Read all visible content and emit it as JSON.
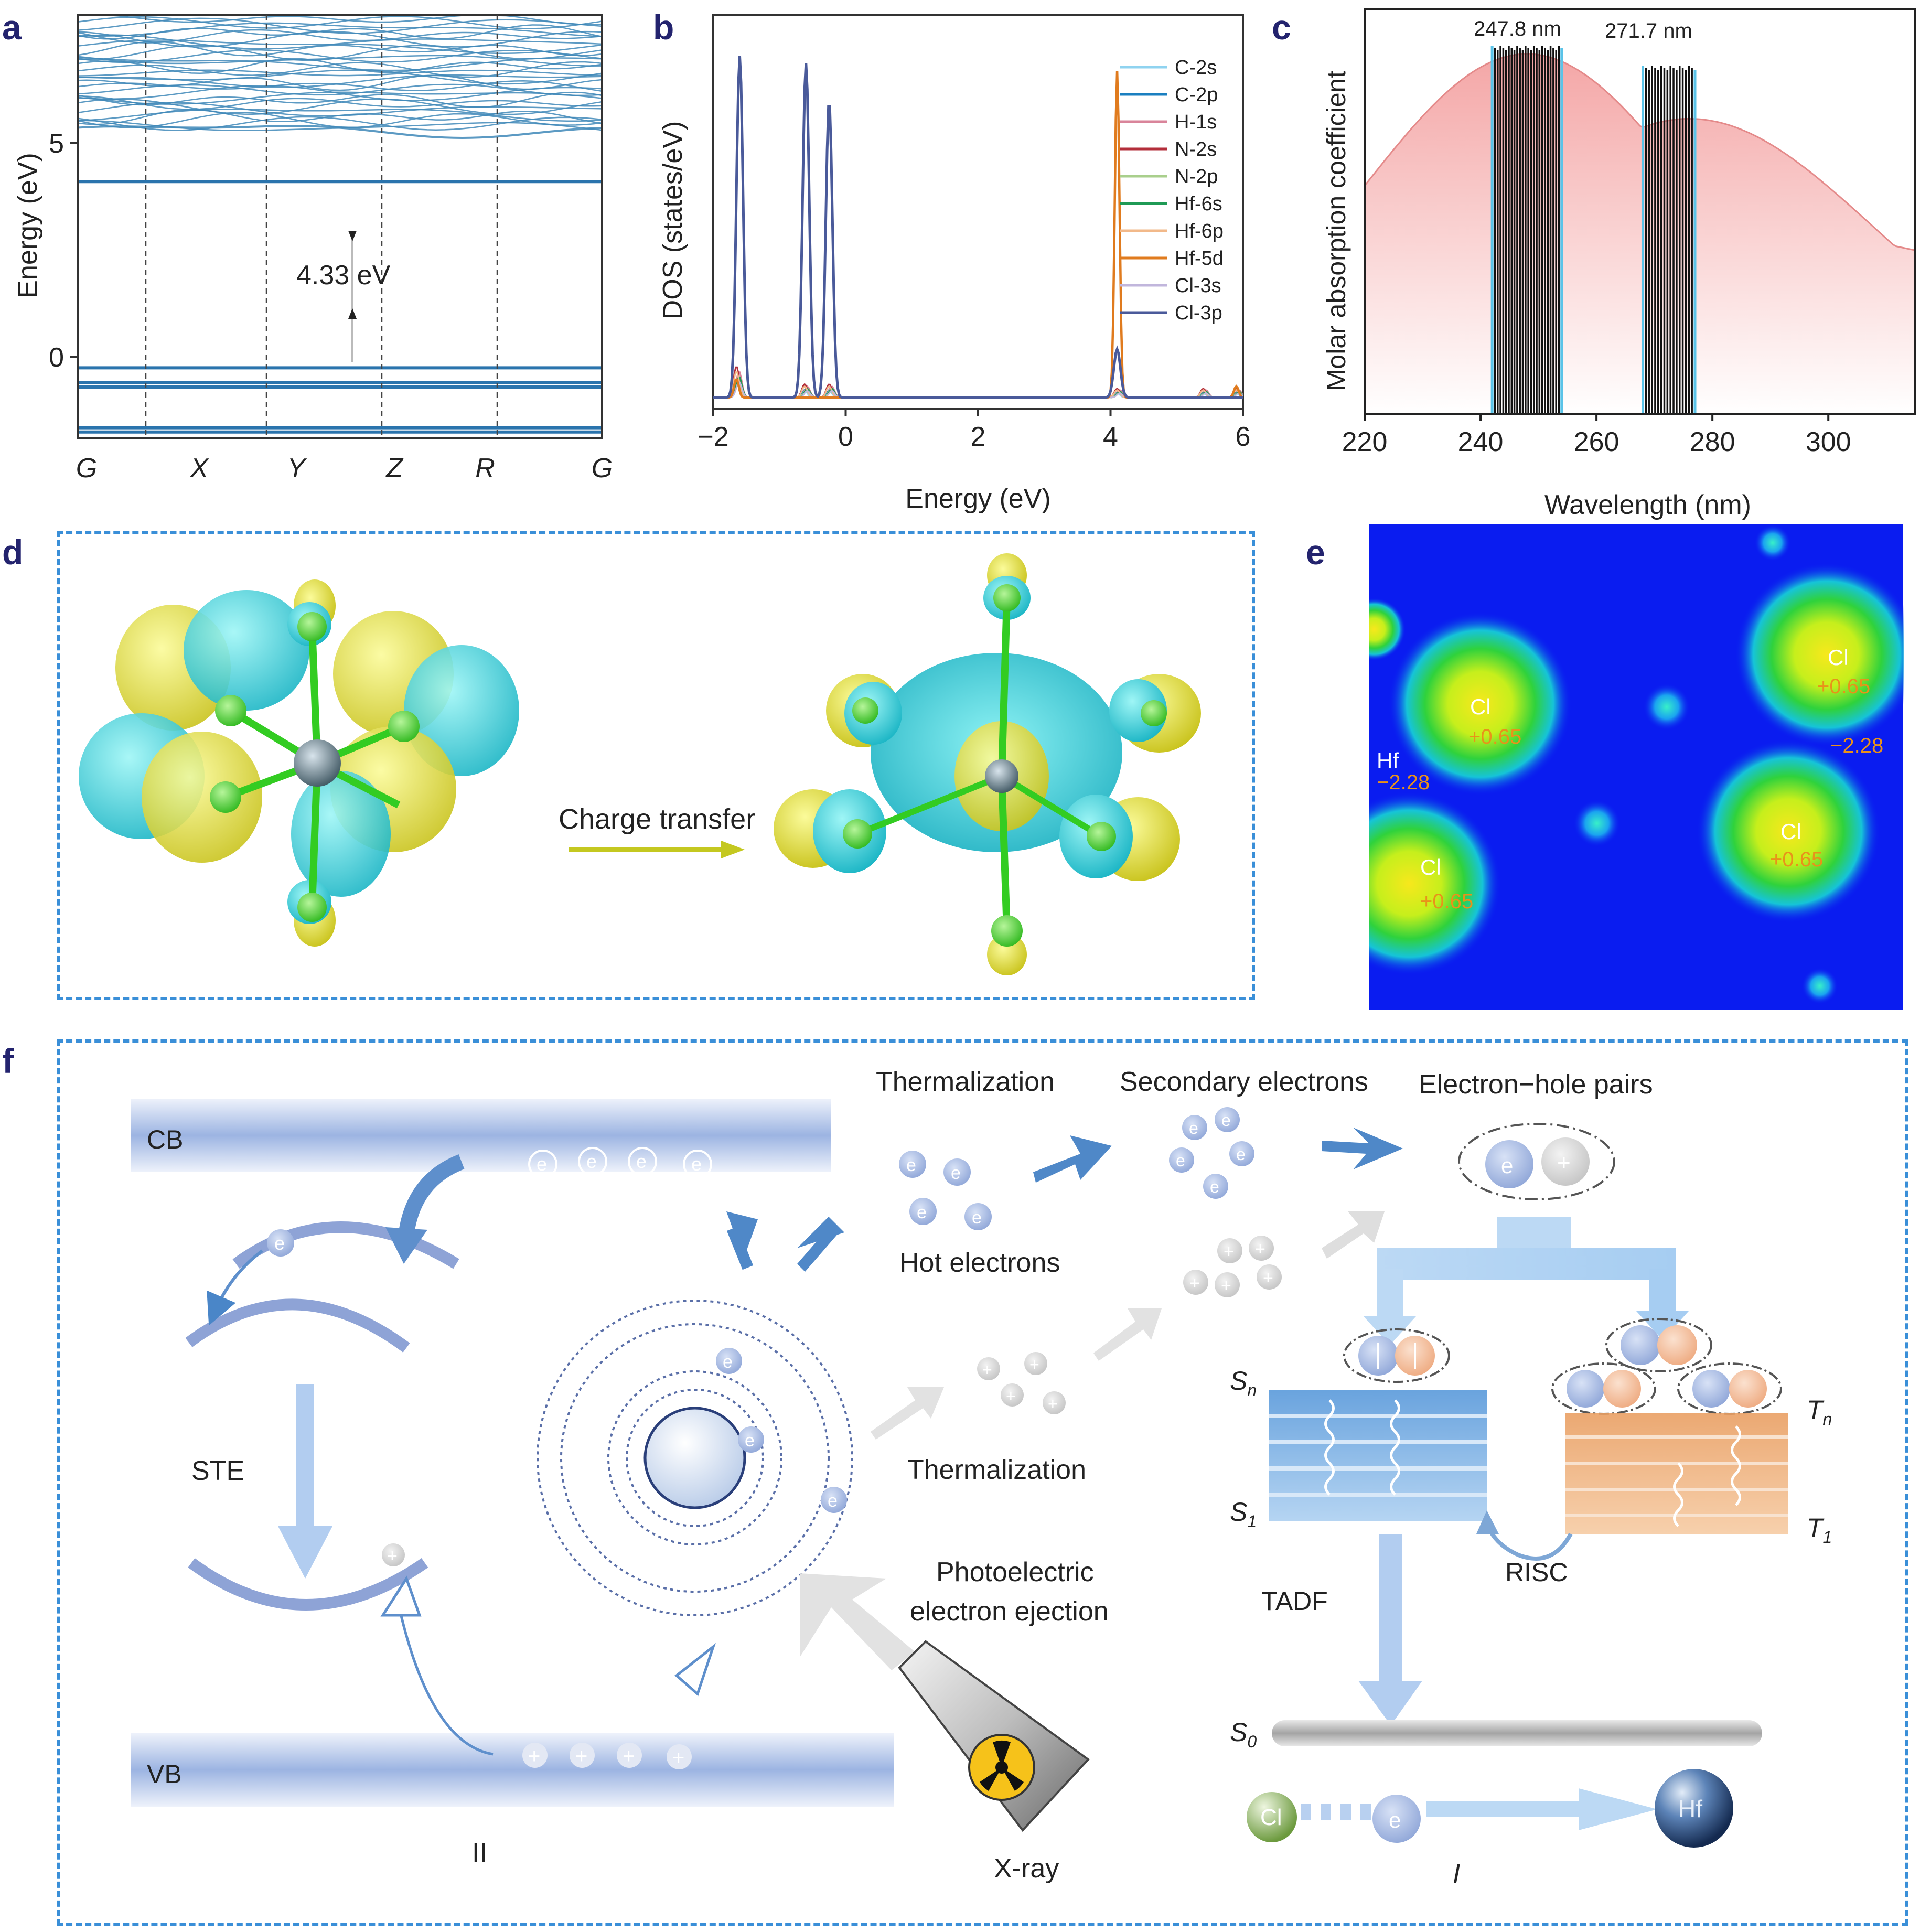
{
  "panels": {
    "a": "a",
    "b": "b",
    "c": "c",
    "d": "d",
    "e": "e",
    "f": "f"
  },
  "colors": {
    "band": "#2a74ad",
    "panel_letter": "#23236e",
    "dash": "#3a8fd8",
    "absorb_fill": "#f4a6a6",
    "map_bg": "#0a1cf0"
  },
  "band_structure": {
    "type": "line",
    "ylabel": "Energy (eV)",
    "y_ticks": [
      "5",
      "0"
    ],
    "ylim": [
      -1.9,
      8.0
    ],
    "k_points": [
      "G",
      "X",
      "Y",
      "Z",
      "R",
      "G"
    ],
    "gap_label": "4.33 eV",
    "valence_levels": [
      -0.25,
      -0.6,
      -0.7,
      -1.65,
      -1.75
    ],
    "cbm_level": 4.1,
    "upper_band_range": [
      5.3,
      7.9
    ]
  },
  "dos": {
    "type": "line",
    "xlabel": "Energy (eV)",
    "ylabel": "DOS (states/eV)",
    "xlim": [
      -2,
      6
    ],
    "x_ticks": [
      "−2",
      "0",
      "2",
      "4",
      "6"
    ],
    "legend_position": "top-right",
    "series": [
      {
        "name": "C-2s",
        "color": "#8fd3f0"
      },
      {
        "name": "C-2p",
        "color": "#1a7fc0"
      },
      {
        "name": "H-1s",
        "color": "#d9849a"
      },
      {
        "name": "N-2s",
        "color": "#b32e3a"
      },
      {
        "name": "N-2p",
        "color": "#a9cf8c"
      },
      {
        "name": "Hf-6s",
        "color": "#1f9a55"
      },
      {
        "name": "Hf-6p",
        "color": "#f2b98a"
      },
      {
        "name": "Hf-5d",
        "color": "#e07b1e"
      },
      {
        "name": "Cl-3s",
        "color": "#c1b6dc"
      },
      {
        "name": "Cl-3p",
        "color": "#4a5a9a"
      }
    ],
    "cl3p_peaks": [
      {
        "x": -1.6,
        "h": 0.92
      },
      {
        "x": -0.6,
        "h": 0.9
      },
      {
        "x": -0.25,
        "h": 0.8
      },
      {
        "x": 4.1,
        "h": 0.13
      }
    ],
    "hf5d_peak": {
      "x": 4.1,
      "h": 0.88
    }
  },
  "absorption": {
    "type": "area",
    "xlabel": "Wavelength (nm)",
    "ylabel": "Molar absorption coefficient",
    "xlim": [
      220,
      315
    ],
    "x_ticks": [
      "220",
      "240",
      "260",
      "280",
      "300"
    ],
    "peak_labels": [
      "247.8 nm",
      "271.7 nm"
    ],
    "stick_groups": [
      [
        242,
        254
      ],
      [
        268,
        277
      ]
    ]
  },
  "orbitals": {
    "arrow_label": "Charge transfer"
  },
  "charge_map": {
    "hf_label": "Hf",
    "hf_value": "−2.28",
    "cl_label": "Cl",
    "cl_value": "+0.65",
    "hf_value_right": "−2.28"
  },
  "mechanism": {
    "cb": "CB",
    "vb": "VB",
    "ste": "STE",
    "region_ii": "II",
    "region_i": "I",
    "thermalization_top": "Thermalization",
    "secondary_electrons": "Secondary electrons",
    "electron_hole_pairs": "Electron−hole pairs",
    "hot_electrons": "Hot electrons",
    "thermalization_mid": "Thermalization",
    "photoelectric_1": "Photoelectric",
    "photoelectric_2": "electron ejection",
    "xray": "X-ray",
    "sn": "S",
    "sn_sub": "n",
    "s1": "S",
    "s1_sub": "1",
    "s0": "S",
    "s0_sub": "0",
    "tn": "T",
    "tn_sub": "n",
    "t1": "T",
    "t1_sub": "1",
    "risc": "RISC",
    "tadf": "TADF",
    "electron_symbol": "e",
    "hole_symbol": "+",
    "cl_atom": "Cl",
    "hf_atom": "Hf"
  }
}
